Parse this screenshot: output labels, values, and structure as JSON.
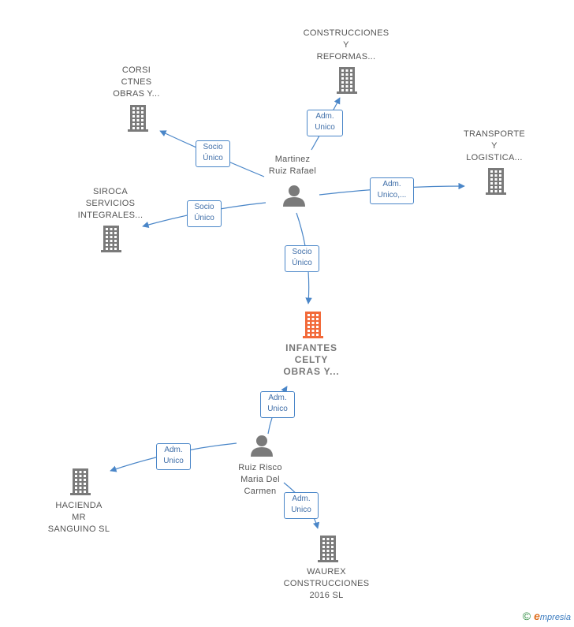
{
  "colors": {
    "edge": "#4a86c8",
    "company": "#7a7a7a",
    "focus_company": "#f26a3a",
    "person": "#7a7a7a"
  },
  "nodes": [
    {
      "id": "construcciones",
      "kind": "company",
      "lines": [
        "CONSTRUCCIONES",
        "Y",
        "REFORMAS..."
      ]
    },
    {
      "id": "corsi",
      "kind": "company",
      "lines": [
        "CORSI",
        "CTNES",
        "OBRAS Y..."
      ]
    },
    {
      "id": "transporte",
      "kind": "company",
      "lines": [
        "TRANSPORTE",
        "Y",
        "LOGISTICA..."
      ]
    },
    {
      "id": "siroca",
      "kind": "company",
      "lines": [
        "SIROCA",
        "SERVICIOS",
        "INTEGRALES..."
      ]
    },
    {
      "id": "martinez",
      "kind": "person",
      "lines": [
        "Martinez",
        "Ruiz Rafael"
      ]
    },
    {
      "id": "infantes",
      "kind": "focus",
      "lines": [
        "INFANTES",
        "CELTY",
        "OBRAS Y..."
      ]
    },
    {
      "id": "ruiz-risco",
      "kind": "person",
      "lines": [
        "Ruiz Risco",
        "Maria Del",
        "Carmen"
      ]
    },
    {
      "id": "hacienda",
      "kind": "company",
      "lines": [
        "HACIENDA",
        "MR",
        "SANGUINO SL"
      ]
    },
    {
      "id": "waurex",
      "kind": "company",
      "lines": [
        "WAUREX",
        "CONSTRUCCIONES",
        "2016  SL"
      ]
    }
  ],
  "edges": [
    {
      "from": "martinez",
      "to": "construcciones",
      "lines": [
        "Adm.",
        "Unico"
      ]
    },
    {
      "from": "martinez",
      "to": "corsi",
      "lines": [
        "Socio",
        "Único"
      ]
    },
    {
      "from": "martinez",
      "to": "transporte",
      "lines": [
        "Adm.",
        "Unico,..."
      ]
    },
    {
      "from": "martinez",
      "to": "siroca",
      "lines": [
        "Socio",
        "Único"
      ]
    },
    {
      "from": "martinez",
      "to": "infantes",
      "lines": [
        "Socio",
        "Único"
      ]
    },
    {
      "from": "ruiz-risco",
      "to": "infantes",
      "lines": [
        "Adm.",
        "Unico"
      ]
    },
    {
      "from": "ruiz-risco",
      "to": "hacienda",
      "lines": [
        "Adm.",
        "Unico"
      ]
    },
    {
      "from": "ruiz-risco",
      "to": "waurex",
      "lines": [
        "Adm.",
        "Unico"
      ]
    }
  ],
  "footer": {
    "copyright_symbol": "©",
    "brand_initial": "e",
    "brand_rest": "mpresia"
  }
}
